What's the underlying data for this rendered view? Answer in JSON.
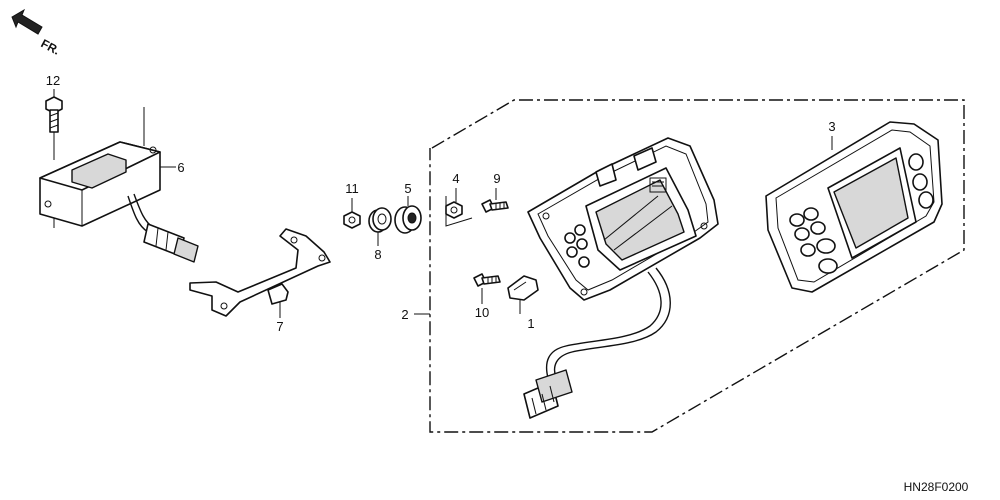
{
  "orientation": {
    "text": "FR."
  },
  "callouts": {
    "c1": "1",
    "c2": "2",
    "c3": "3",
    "c4": "4",
    "c5": "5",
    "c6": "6",
    "c7": "7",
    "c8": "8",
    "c9": "9",
    "c10": "10",
    "c11": "11",
    "c12": "12"
  },
  "diagram_code": "HN28F0200"
}
